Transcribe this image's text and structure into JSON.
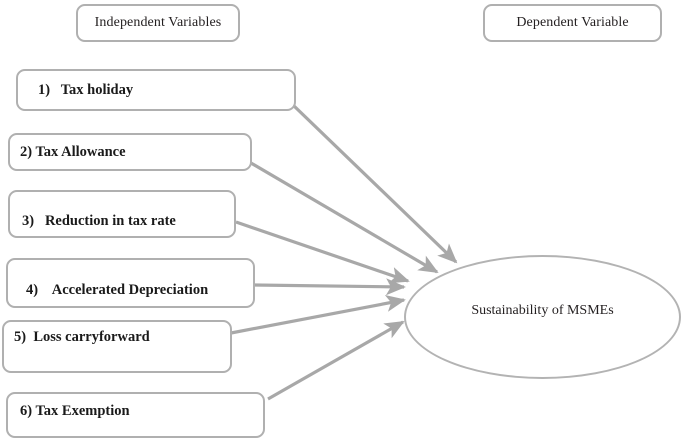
{
  "diagram": {
    "type": "conceptual-framework",
    "headers": [
      {
        "label": "Independent Variables"
      },
      {
        "label": "Dependent Variable"
      }
    ],
    "independent_variables": [
      {
        "label": "1)   Tax holiday"
      },
      {
        "label": "2) Tax Allowance"
      },
      {
        "label": "3)   Reduction in tax rate"
      },
      {
        "label": "4)    Accelerated Depreciation"
      },
      {
        "label": "5)  Loss carryforward"
      },
      {
        "label": "6) Tax Exemption"
      }
    ],
    "dependent_variable": {
      "label": "Sustainability of MSMEs"
    },
    "colors": {
      "border": "#b0b0b0",
      "arrow": "#a8a8a8",
      "text": "#231f20",
      "background": "#ffffff"
    }
  }
}
